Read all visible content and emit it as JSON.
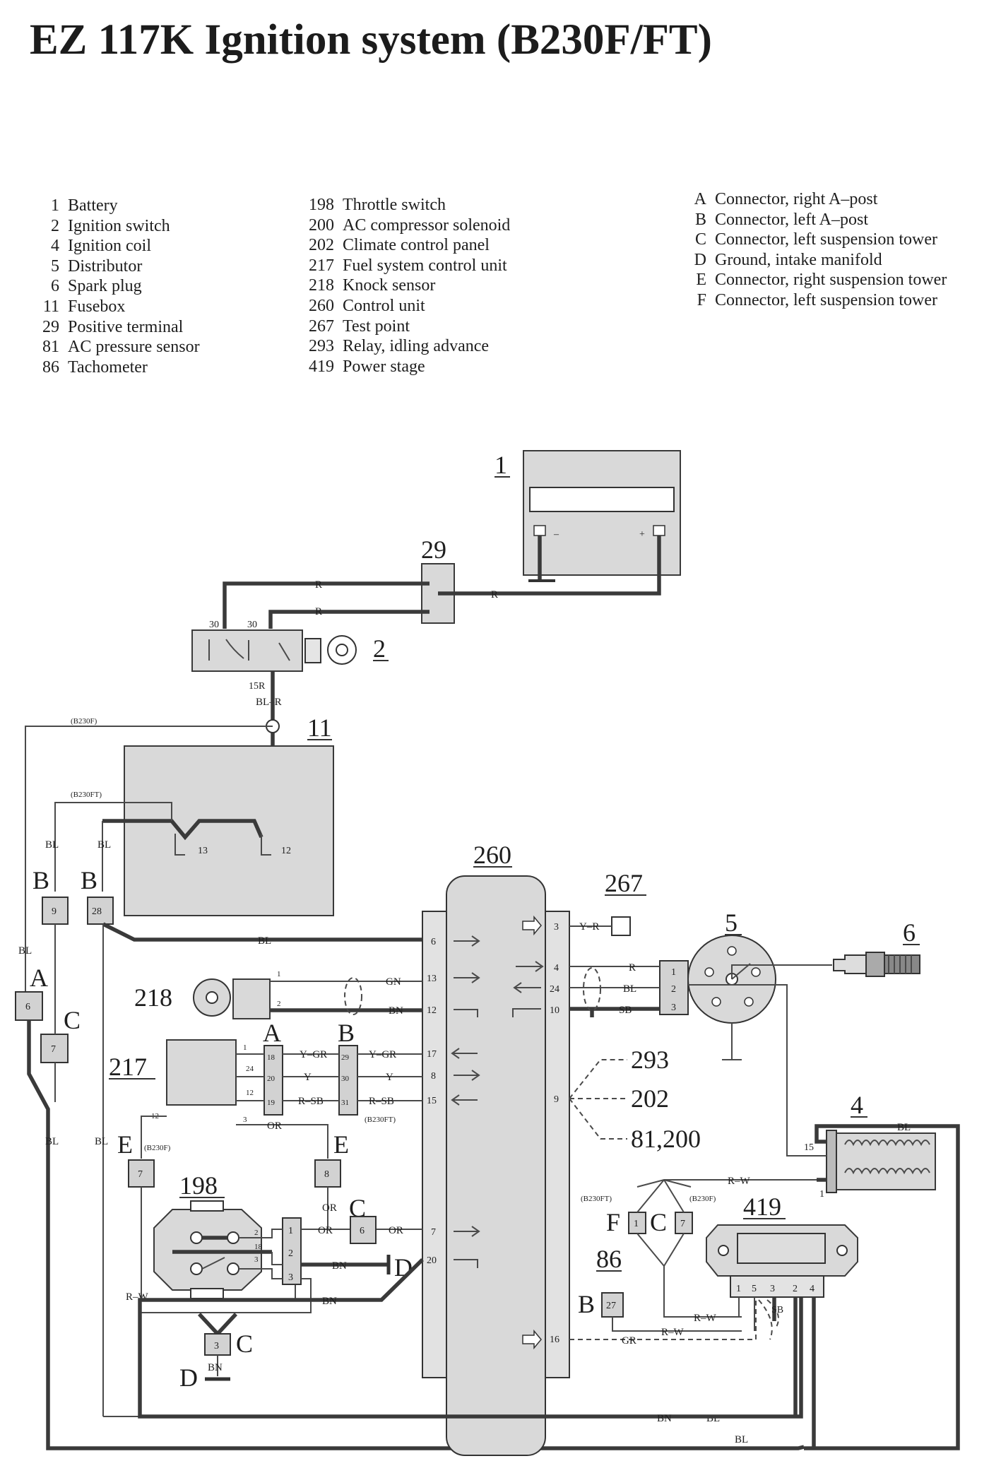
{
  "title": "EZ 117K Ignition system (B230F/FT)",
  "legend_col1": [
    {
      "num": "1",
      "label": "Battery"
    },
    {
      "num": "2",
      "label": "Ignition switch"
    },
    {
      "num": "4",
      "label": "Ignition coil"
    },
    {
      "num": "5",
      "label": "Distributor"
    },
    {
      "num": "6",
      "label": "Spark plug"
    },
    {
      "num": "11",
      "label": "Fusebox"
    },
    {
      "num": "29",
      "label": "Positive terminal"
    },
    {
      "num": "81",
      "label": "AC pressure sensor"
    },
    {
      "num": "86",
      "label": "Tachometer"
    }
  ],
  "legend_col2": [
    {
      "num": "198",
      "label": "Throttle switch"
    },
    {
      "num": "200",
      "label": "AC compressor solenoid"
    },
    {
      "num": "202",
      "label": "Climate control panel"
    },
    {
      "num": "217",
      "label": "Fuel system control unit"
    },
    {
      "num": "218",
      "label": "Knock sensor"
    },
    {
      "num": "260",
      "label": "Control unit"
    },
    {
      "num": "267",
      "label": "Test point"
    },
    {
      "num": "293",
      "label": "Relay, idling advance"
    },
    {
      "num": "419",
      "label": "Power stage"
    }
  ],
  "legend_col3": [
    {
      "num": "A",
      "label": "Connector, right A–post"
    },
    {
      "num": "B",
      "label": "Connector, left A–post"
    },
    {
      "num": "C",
      "label": "Connector, left suspension tower"
    },
    {
      "num": "D",
      "label": "Ground, intake manifold"
    },
    {
      "num": "E",
      "label": "Connector, right suspension tower"
    },
    {
      "num": "F",
      "label": "Connector, left suspension tower"
    }
  ],
  "diagram": {
    "comp_1": "1",
    "comp_2": "2",
    "comp_4": "4",
    "comp_5": "5",
    "comp_6": "6",
    "comp_11": "11",
    "comp_29": "29",
    "comp_86": "86",
    "comp_198": "198",
    "comp_217": "217",
    "comp_218": "218",
    "comp_260": "260",
    "comp_267": "267",
    "comp_419": "419",
    "ref_293": "293",
    "ref_202": "202",
    "ref_81_200": "81,200",
    "batt_minus": "–",
    "batt_plus": "+",
    "w_R": "R",
    "w_BL": "BL",
    "w_BN": "BN",
    "w_GN": "GN",
    "w_OR": "OR",
    "w_SB": "SB",
    "w_Y": "Y",
    "w_BLR": "BL–R",
    "w_YGR": "Y–GR",
    "w_RSB": "R–SB",
    "w_RW": "R–W",
    "w_YR": "Y–R",
    "w_GR": "GR",
    "t30": "30",
    "t15R": "15R",
    "t12": "12",
    "t13": "13",
    "t15": "15",
    "t1": "1",
    "var_F": "(B230F)",
    "var_FT": "(B230FT)",
    "c_A": "A",
    "c_B": "B",
    "c_C": "C",
    "c_D": "D",
    "c_E": "E",
    "c_F": "F",
    "p1": "1",
    "p2": "2",
    "p3": "3",
    "p4": "4",
    "p5": "5",
    "p6": "6",
    "p7": "7",
    "p8": "8",
    "p9": "9",
    "p10": "10",
    "p12": "12",
    "p13": "13",
    "p15": "15",
    "p16": "16",
    "p17": "17",
    "p18": "18",
    "p19": "19",
    "p20": "20",
    "p24": "24",
    "p27": "27",
    "p28": "28",
    "p29": "29",
    "p30": "30",
    "p31": "31"
  }
}
